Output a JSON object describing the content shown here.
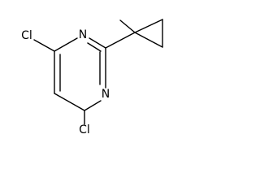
{
  "molecule": {
    "atoms": {
      "n_top": "N",
      "n_bottom": "N",
      "cl_top": "Cl",
      "cl_bottom": "Cl"
    }
  }
}
